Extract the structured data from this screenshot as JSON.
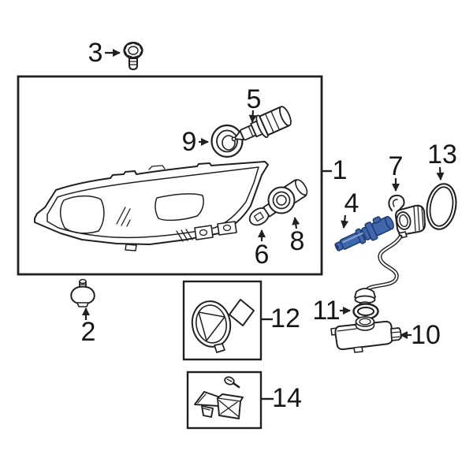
{
  "diagram": {
    "colors": {
      "line": "#231f20",
      "callout_text": "#161616",
      "hid_bulb_fill": "#4066ae",
      "hid_bulb_outline": "#1e3a6e",
      "hid_bulb_highlight": "#8aa6d6",
      "background": "#ffffff"
    },
    "callouts": [
      {
        "number": "1"
      },
      {
        "number": "2"
      },
      {
        "number": "3"
      },
      {
        "number": "4"
      },
      {
        "number": "5"
      },
      {
        "number": "6"
      },
      {
        "number": "7"
      },
      {
        "number": "8"
      },
      {
        "number": "9"
      },
      {
        "number": "10"
      },
      {
        "number": "11"
      },
      {
        "number": "12"
      },
      {
        "number": "13"
      },
      {
        "number": "14"
      }
    ]
  }
}
